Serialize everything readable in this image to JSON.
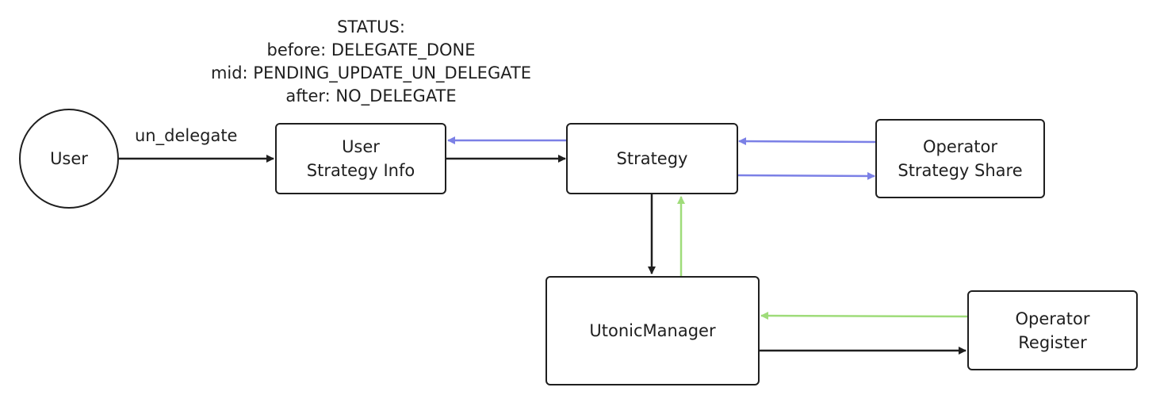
{
  "status_note": {
    "title": "STATUS:",
    "lines": [
      "before: DELEGATE_DONE",
      "mid: PENDING_UPDATE_UN_DELEGATE",
      "after: NO_DELEGATE"
    ]
  },
  "nodes": {
    "user": {
      "label": "User"
    },
    "user_strategy_info": {
      "lines": [
        "User",
        "Strategy Info"
      ]
    },
    "strategy": {
      "label": "Strategy"
    },
    "operator_strategy_share": {
      "lines": [
        "Operator",
        "Strategy Share"
      ]
    },
    "utonic_manager": {
      "label": "UtonicManager"
    },
    "operator_register": {
      "lines": [
        "Operator",
        "Register"
      ]
    }
  },
  "edges": {
    "un_delegate_label": "un_delegate"
  },
  "colors": {
    "black_arrow": "#1f1f1f",
    "blue_arrow": "#7b80e6",
    "green_arrow": "#9fdc7a"
  }
}
